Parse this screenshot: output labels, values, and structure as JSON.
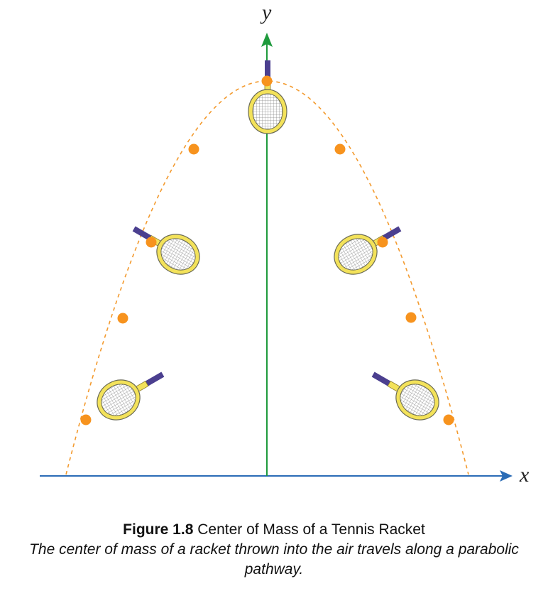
{
  "axes": {
    "x_label": "x",
    "y_label": "y"
  },
  "colors": {
    "x_axis": "#2b6cb6",
    "y_axis": "#1e9a3c",
    "path": "#f39a2e",
    "dot": "#f7931e",
    "handle": "#f3e25a",
    "grip": "#4b3f8f",
    "frame": "#f3e25a",
    "strings": "#999999"
  },
  "caption": {
    "figure_number": "Figure 1.8",
    "title": "Center of Mass of a Tennis Racket",
    "description": "The center of mass of a racket thrown into the air travels along a parabolic pathway."
  }
}
